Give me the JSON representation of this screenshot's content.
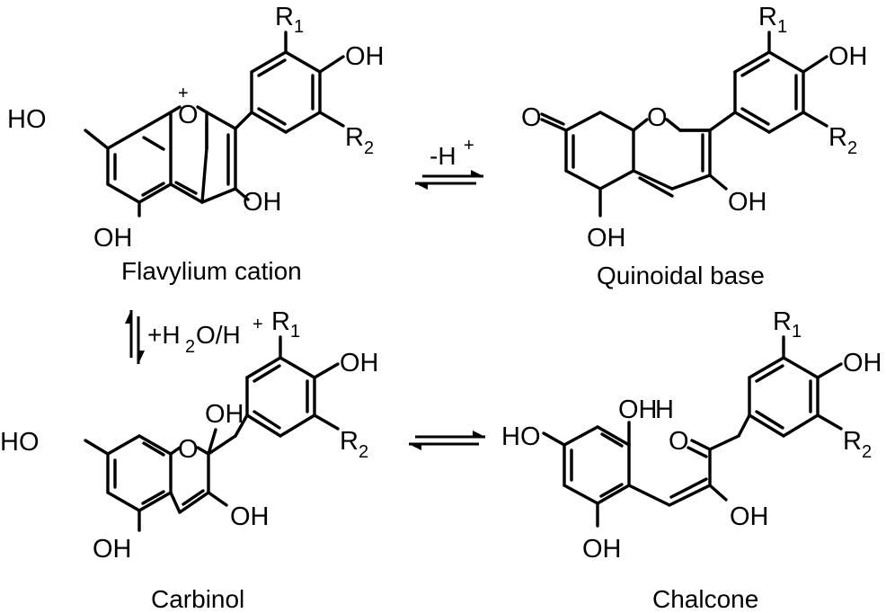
{
  "substituents": {
    "r1": "R",
    "r1_sub": "1",
    "r2": "R",
    "r2_sub": "2",
    "oh": "OH",
    "ho": "HO",
    "o": "O",
    "ring_o_plus": "+",
    "oh_h": "H"
  },
  "compounds": {
    "flavylium": {
      "caption": "Flavylium cation"
    },
    "quinoidal": {
      "caption": "Quinoidal base"
    },
    "carbinol": {
      "caption": "Carbinol"
    },
    "chalcone": {
      "caption": "Chalcone"
    }
  },
  "equilibria": {
    "deprotonation": {
      "label": "-H",
      "charge": "+"
    },
    "hydration": {
      "label_a": "+H",
      "sub_2": "2",
      "label_b": "O/H",
      "charge": "+"
    }
  }
}
